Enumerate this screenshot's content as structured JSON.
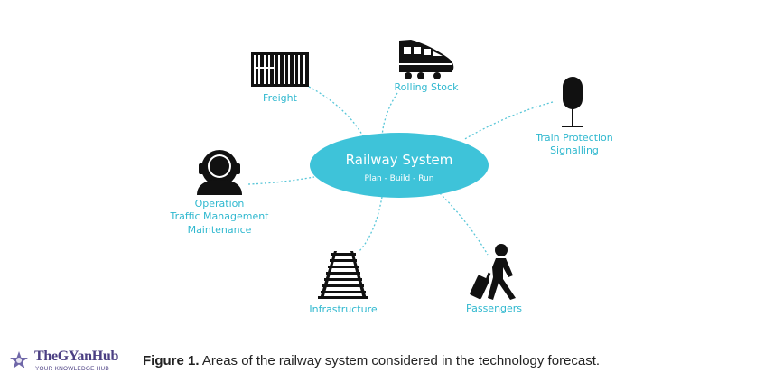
{
  "hub": {
    "title": "Railway System",
    "subtitle": "Plan - Build - Run"
  },
  "nodes": {
    "freight": {
      "label": "Freight",
      "icon": "shipping-container-icon"
    },
    "rolling_stock": {
      "label": "Rolling Stock",
      "icon": "high-speed-train-icon"
    },
    "signalling": {
      "lines": [
        "Train Protection",
        "Signalling"
      ],
      "icon": "railway-signal-icon"
    },
    "operation": {
      "lines": [
        "Operation",
        "Traffic Management",
        "Maintenance"
      ],
      "icon": "operator-headset-icon"
    },
    "infrastructure": {
      "label": "Infrastructure",
      "icon": "railway-track-icon"
    },
    "passengers": {
      "label": "Passengers",
      "icon": "traveler-with-luggage-icon"
    }
  },
  "caption": {
    "bold": "Figure 1.",
    "text": " Areas of the railway system considered in the technology forecast."
  },
  "logo": {
    "name": "TheGYanHub",
    "tagline": "YOUR KNOWLEDGE HUB"
  },
  "colors": {
    "accent": "#3ec3d9",
    "label": "#2fb8cf",
    "icon": "#111111",
    "logo": "#4b3f83"
  }
}
